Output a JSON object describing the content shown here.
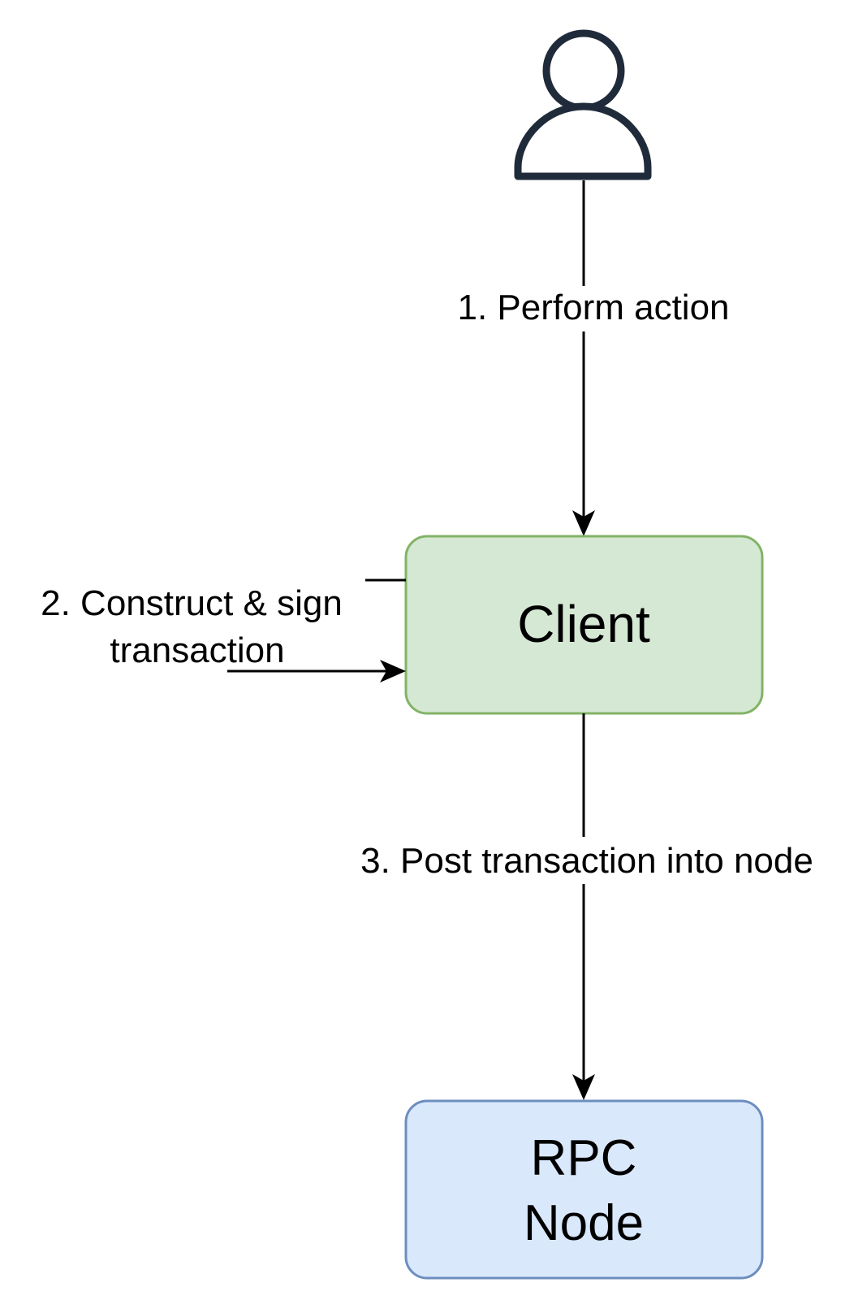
{
  "diagram": {
    "actor": {
      "icon": "user-icon",
      "stroke_color": "#1f2b3a"
    },
    "nodes": {
      "client": {
        "label": "Client",
        "fill": "#d5e8d4",
        "stroke": "#82b366"
      },
      "rpc_node": {
        "label_line1": "RPC",
        "label_line2": "Node",
        "fill": "#dae8fc",
        "stroke": "#6c8ebf"
      }
    },
    "edges": {
      "perform_action": {
        "label": "1. Perform action"
      },
      "construct_sign": {
        "label_line1": "2. Construct & sign",
        "label_line2": "transaction"
      },
      "post_transaction": {
        "label": "3. Post transaction into node"
      }
    }
  }
}
